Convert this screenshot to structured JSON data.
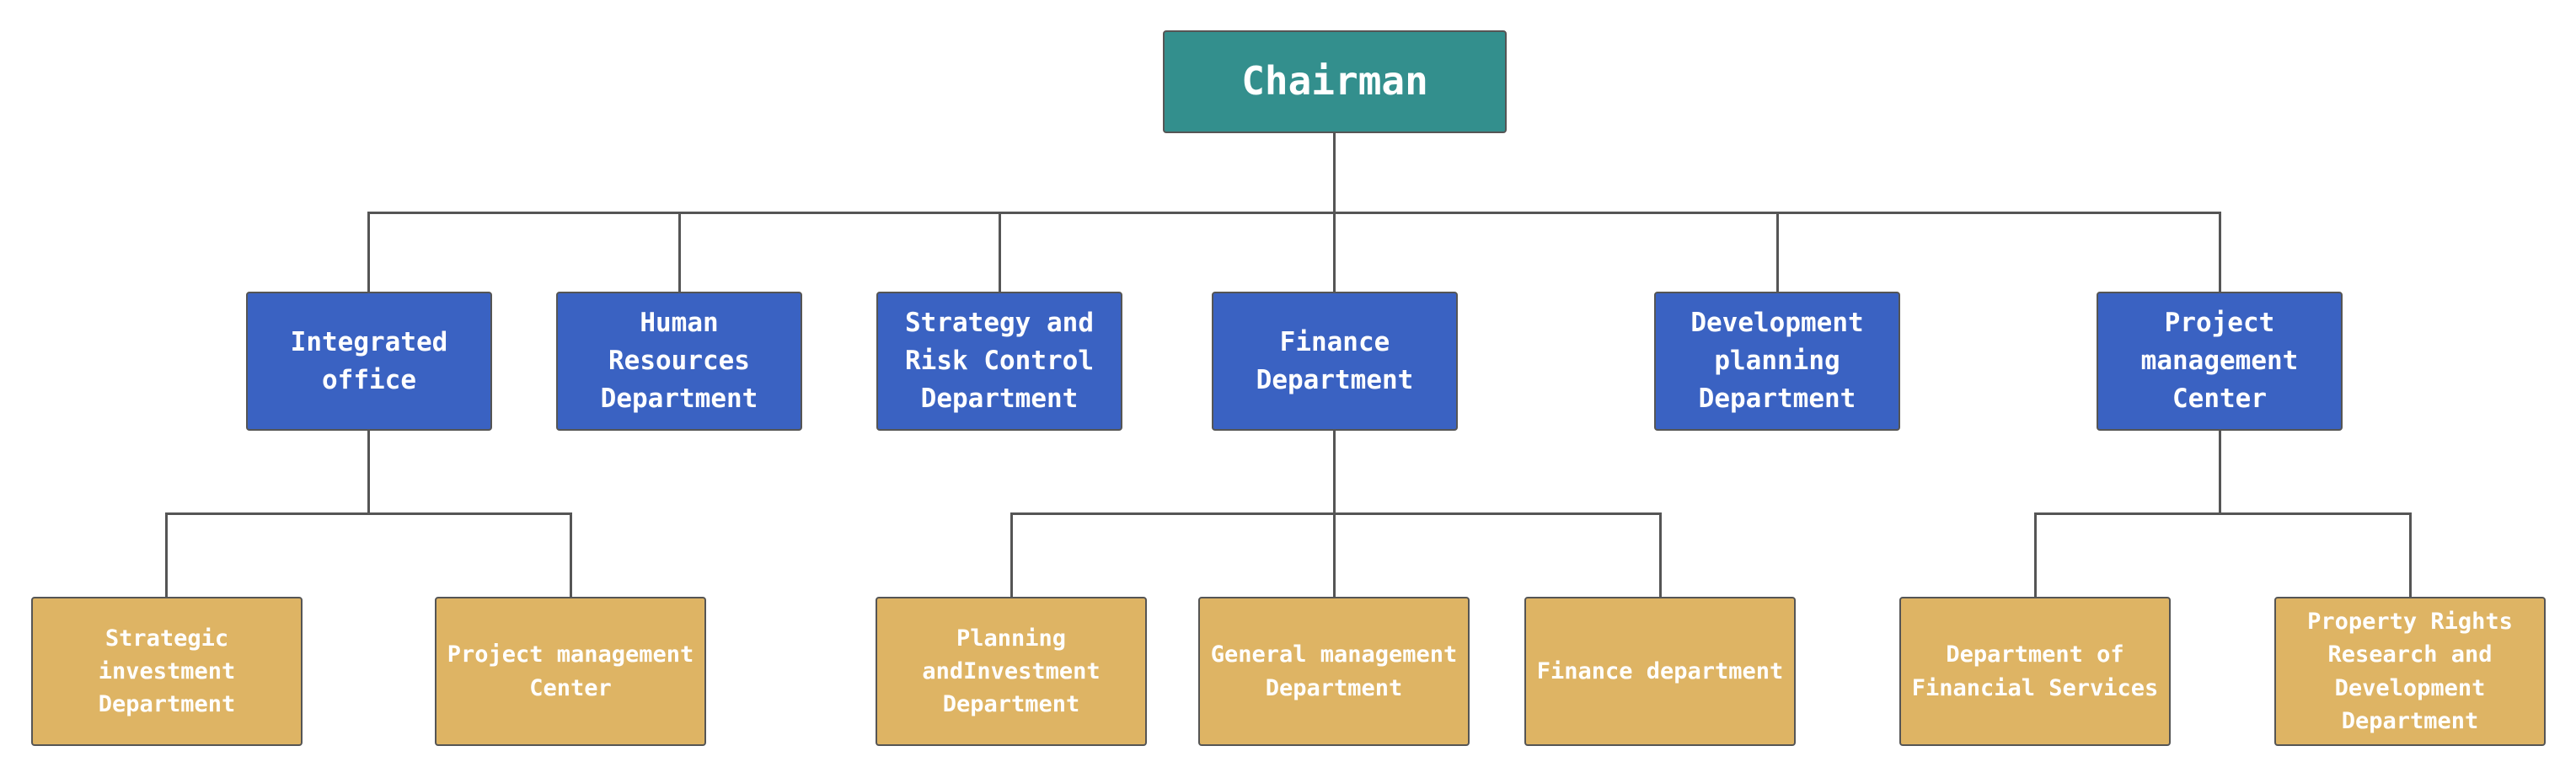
{
  "chart": {
    "root": "Chairman",
    "departments": [
      "Integrated\noffice",
      "Human\nResources\nDepartment",
      "Strategy and\nRisk Control\nDepartment",
      "Finance\nDepartment",
      "Development\nplanning\nDepartment",
      "Project\nmanagement\nCenter"
    ],
    "integrated_office_units": [
      "Strategic\ninvestment\nDepartment",
      "Project management\nCenter"
    ],
    "finance_units": [
      "Planning\nandInvestment\nDepartment",
      "General management\nDepartment",
      "Finance department"
    ],
    "project_center_units": [
      "Department of\nFinancial Services",
      "Property Rights\nResearch and\nDevelopment\nDepartment"
    ]
  },
  "colors": {
    "root": "#338f8d",
    "department": "#3a62c2",
    "unit": "#deb464",
    "connector": "#555555"
  }
}
